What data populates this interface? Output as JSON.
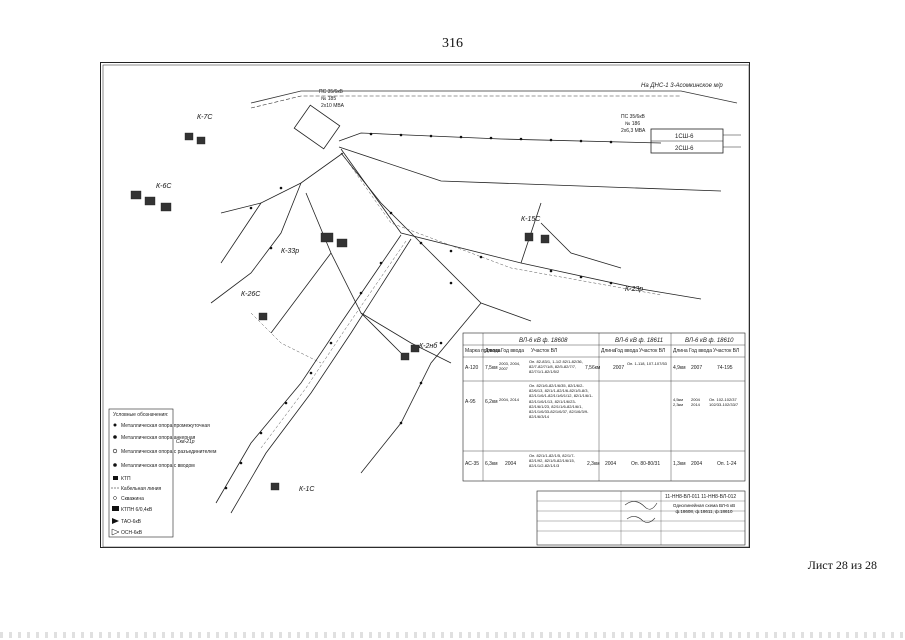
{
  "page_number": "316",
  "sheet_label": "Лист 28 из 28",
  "top_direction": "На ДНС-1 3-Асомкинское м/р",
  "substation_left": {
    "l1": "ПС 35/6кВ",
    "l2": "№ 185",
    "l3": "2х10 МВА"
  },
  "substation_right": {
    "l1": "ПС 35/6кВ",
    "l2": "№ 186",
    "l3": "2х6,3 МВА",
    "bus1": "1СШ-6",
    "bus2": "2СШ-6"
  },
  "pads": [
    "К-7С",
    "К-6С",
    "К-33р",
    "К-15С",
    "К-26С",
    "К-2нб",
    "К-1С",
    "К-23р",
    "Скв-21р"
  ],
  "line_table": {
    "group_headers": [
      "ВЛ-6 кВ ф. 18608",
      "ВЛ-6 кВ ф. 18611",
      "ВЛ-6 кВ ф. 18610"
    ],
    "col_headers": [
      "Марка провода",
      "Длина",
      "Год ввода",
      "Участок ВЛ",
      "Длина",
      "Год ввода",
      "Участок ВЛ",
      "Длина",
      "Год ввода",
      "Участок ВЛ"
    ],
    "rows": [
      {
        "mark": "А-120",
        "c1_len": "7,5км",
        "c1_year": "2003, 2004, 2007",
        "c1_seg": "Оп. 82-83/1, 1-1/2 82/1-82/36, 82/7-82/7/1/8, 82/5-82/7/7, 82/7/1/1-82/1/5/2",
        "c2_len": "7,56км",
        "c2_year": "2007",
        "c2_seg": "Оп. 1-118, 107-107/53",
        "c3_len": "4,9км",
        "c3_year": "2007",
        "c3_seg": "74-195"
      },
      {
        "mark": "А-95",
        "c1_len": "6,2км",
        "c1_year": "2004, 2014",
        "c1_seg": "Оп. 82/1/6-82/1/6/35, 82/1/6/2-82/6/13, 82/1/1-82/1/6-82/1/5-8/3, 82/1/1/6/1-82/1/1/6/1/12, 82/1/1/6/1-82/1/1/6/1/13, 82/1/1/6/23-82/1/6/1/23, 82/1/1/6-82/1/6/1, 82/1/1/6/33-82/1/6/37, 82/1/6/3/9-82/1/6/3/14",
        "c2_len": "",
        "c2_year": "",
        "c2_seg": "",
        "c3_len": "4,5км 2,3км",
        "c3_year": "2004 2014",
        "c3_seg": "Оп. 102-102/37 102/33-102/33/7"
      },
      {
        "mark": "АС-35",
        "c1_len": "6,3км",
        "c1_year": "2004",
        "c1_seg": "Оп. 82/1/1-82/1/5, 82/1/7-82/1/92, 82/1/5-82/1/6/15, 82/1/1/2-82/1/1/3",
        "c2_len": "2,3км",
        "c2_year": "2004",
        "c2_seg": "Оп. 80-80/31",
        "c3_len": "1,3км",
        "c3_year": "2004",
        "c3_seg": "Оп. 1-24"
      }
    ]
  },
  "legend": {
    "title": "Условные обозначения:",
    "items": [
      "Металлическая опора промежуточная",
      "Металлическая опора анкерная",
      "Металлическая опора с разъединителем",
      "Металлическая опора с вводом",
      "КТП",
      "Кабельная линия",
      "Скважина",
      "КТПН 6/0,4кВ",
      "ТАО-6кВ",
      "ОСН-6кВ"
    ]
  },
  "stamp": {
    "code_line": "11-НН8-ВЛ-011 11-НН8-ВЛ-012",
    "title_line": "Однолинейная схема ВЛ-6 кВ ф.18608, ф.18611, ф.18610"
  }
}
